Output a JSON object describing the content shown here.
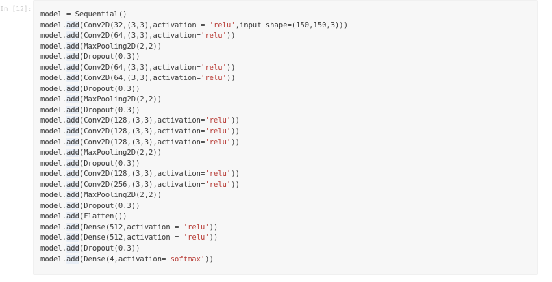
{
  "cell": {
    "prompt_label": "In [12]:",
    "execution_count": 12,
    "cell_type": "code",
    "language": "python",
    "colors": {
      "cell_background": "#f7f7f7",
      "cell_border": "#f0f0f0",
      "page_background": "#ffffff",
      "prompt_text": "#cfcfcf",
      "code_text": "#3b3b3b",
      "string_literal": "#b9403a",
      "attribute_highlight": "#e8eef6"
    },
    "code_lines": [
      "model = Sequential()",
      "model.add(Conv2D(32,(3,3),activation = 'relu',input_shape=(150,150,3)))",
      "model.add(Conv2D(64,(3,3),activation='relu'))",
      "model.add(MaxPooling2D(2,2))",
      "model.add(Dropout(0.3))",
      "model.add(Conv2D(64,(3,3),activation='relu'))",
      "model.add(Conv2D(64,(3,3),activation='relu'))",
      "model.add(Dropout(0.3))",
      "model.add(MaxPooling2D(2,2))",
      "model.add(Dropout(0.3))",
      "model.add(Conv2D(128,(3,3),activation='relu'))",
      "model.add(Conv2D(128,(3,3),activation='relu'))",
      "model.add(Conv2D(128,(3,3),activation='relu'))",
      "model.add(MaxPooling2D(2,2))",
      "model.add(Dropout(0.3))",
      "model.add(Conv2D(128,(3,3),activation='relu'))",
      "model.add(Conv2D(256,(3,3),activation='relu'))",
      "model.add(MaxPooling2D(2,2))",
      "model.add(Dropout(0.3))",
      "model.add(Flatten())",
      "model.add(Dense(512,activation = 'relu'))",
      "model.add(Dense(512,activation = 'relu'))",
      "model.add(Dropout(0.3))",
      "model.add(Dense(4,activation='softmax'))"
    ]
  }
}
